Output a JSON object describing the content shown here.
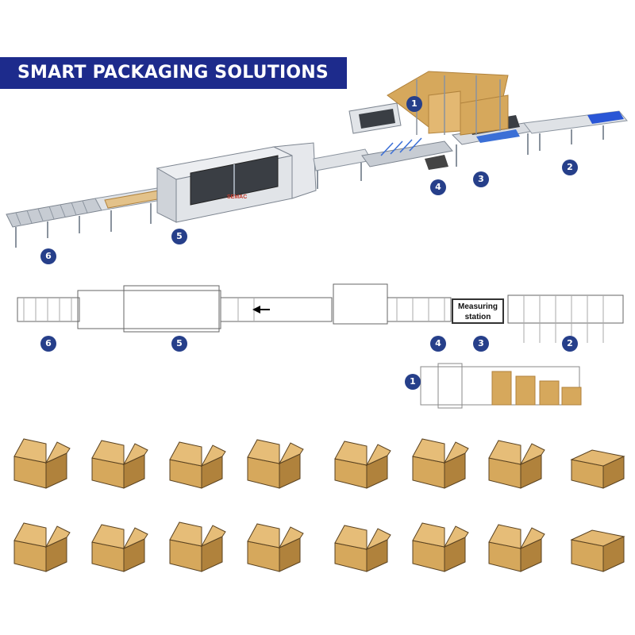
{
  "title": "SMART PACKAGING SOLUTIONS",
  "brand_label": "SEMAC",
  "measuring_station_label": "Measuring station",
  "badges": {
    "iso": [
      "1",
      "2",
      "3",
      "4",
      "5",
      "6"
    ],
    "plan": [
      "1",
      "2",
      "3",
      "4",
      "5",
      "6"
    ]
  },
  "colors": {
    "banner_bg": "#1d2b8c",
    "badge_bg": "#263f8a",
    "cardboard": "#d6a85c",
    "cardboard_dark": "#b0823c",
    "machine_body": "#e6e8ec",
    "conveyor": "#9aa3ae",
    "belt_blue": "#2a56d6"
  },
  "box_icons": [
    "open-box-icon",
    "open-box-icon",
    "flap-box-icon",
    "flat-lid-box-icon",
    "tray-box-icon",
    "folding-box-icon",
    "folding-box-icon",
    "closed-box-icon",
    "wrap-box-icon",
    "open-box-icon",
    "open-box-icon",
    "lid-box-icon",
    "tray-box-icon",
    "folding-box-icon",
    "folding-box-icon",
    "closed-box-icon"
  ]
}
